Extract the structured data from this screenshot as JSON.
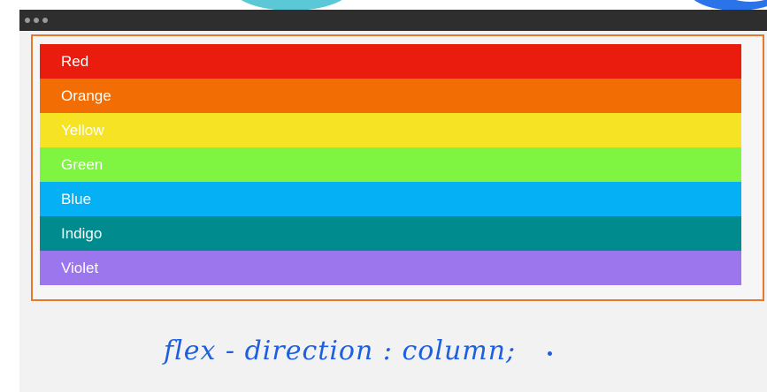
{
  "items": [
    {
      "label": "Red",
      "color": "#ea1c0e"
    },
    {
      "label": "Orange",
      "color": "#f26d04"
    },
    {
      "label": "Yellow",
      "color": "#f6e324"
    },
    {
      "label": "Green",
      "color": "#7ff542"
    },
    {
      "label": "Blue",
      "color": "#05b0f5"
    },
    {
      "label": "Indigo",
      "color": "#008c8f"
    },
    {
      "label": "Violet",
      "color": "#9b76ec"
    }
  ],
  "annotation": {
    "text": "flex - direction : column;",
    "color": "#1e5fe0"
  },
  "colors": {
    "container_border": "#e8782a",
    "titlebar": "#2e2e2e",
    "window_bg": "#f2f2f2"
  }
}
